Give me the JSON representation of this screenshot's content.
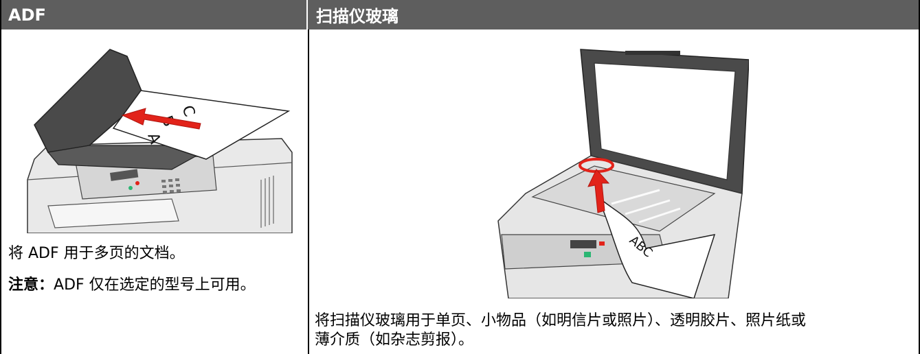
{
  "table": {
    "headers": {
      "left": "ADF",
      "right": "扫描仪玻璃"
    },
    "left": {
      "line1": "将 ADF 用于多页的文档。",
      "note_label": "注意：",
      "note_text": "ADF 仅在选定的型号上可用。"
    },
    "right": {
      "description_line1": "将扫描仪玻璃用于单页、小物品（如明信片或照片）、透明胶片、照片纸或",
      "description_line2": "薄介质（如杂志剪报）。",
      "paper_label": "ABC"
    },
    "left_paper_letters": [
      "A",
      "B",
      "C"
    ]
  },
  "colors": {
    "header_bg": "#5e5e5e",
    "arrow_red": "#e2231a"
  }
}
